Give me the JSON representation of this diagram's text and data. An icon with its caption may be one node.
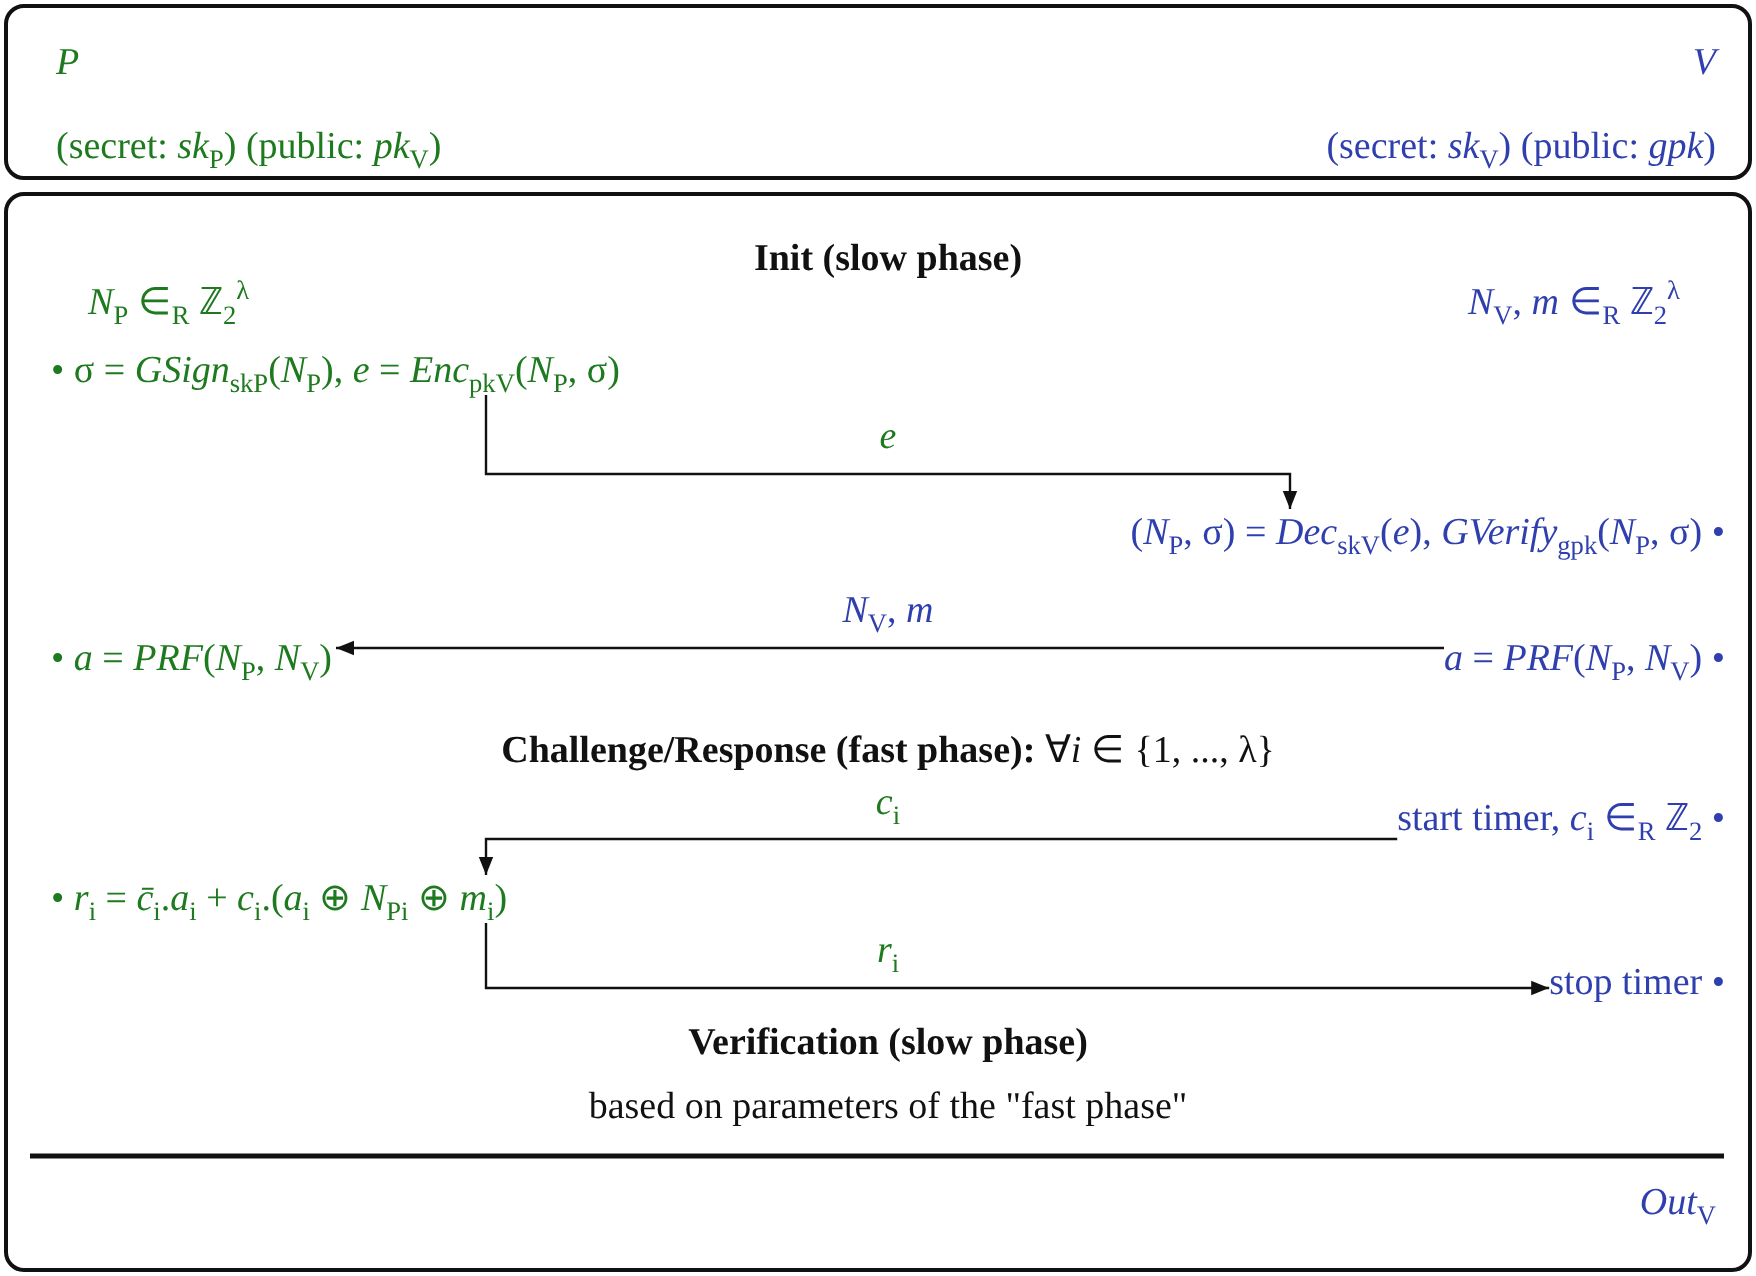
{
  "diagram": {
    "nodes": [
      {
        "text": [],
        "shape": "box"
      },
      {
        "text": [],
        "shape": "box"
      },
      {
        "text": [
          "• σ = *GSign*$_{skP}$(*N*$_{P}$), *e* = *Enc*$_{pkV}$(*N*$_{P}$, σ)"
        ],
        "in": 1
      },
      {
        "text": [
          "(*N*$_{P}$, σ) = *Dec*$_{skV}$(*e*), *GVerify*$_{gpk}$(*N*$_{P}$, σ) •"
        ],
        "in": 1
      },
      {
        "text": [
          "*a* = *PRF*(*N*$_{P}$, *N*$_{V}$) •"
        ],
        "in": 1
      },
      {
        "text": [
          "• *a* = *PRF*(*N*$_{P}$, *N*$_{V}$)"
        ],
        "in": 1
      },
      {
        "text": [
          "start timer, *c*$_{i}$ ∈$_{R}$ ℤ$_{2}$ •"
        ],
        "in": 1
      },
      {
        "text": [
          "• *r*$_{i}$ = *c̄*$_{i}$.*a*$_{i}$ + *c*$_{i}$.(*a*$_{i}$ ⊕ *N*$_{Pi}$ ⊕ *m*$_{i}$)"
        ],
        "in": 1
      },
      {
        "text": [
          "stop timer •"
        ],
        "in": 1
      }
    ],
    "edges": [
      {
        "from": 2,
        "to": 3,
        "arrow": "to",
        "label": "*e*"
      },
      {
        "from": 4,
        "to": 5,
        "arrow": "to",
        "label": "*N*$_{V}$, *m*"
      },
      {
        "from": 6,
        "to": 7,
        "arrow": "to",
        "label": "*c*$_{i}$"
      },
      {
        "from": 7,
        "to": 8,
        "arrow": "to",
        "label": "*r*$_{i}$"
      }
    ],
    "labels": [
      "P",
      "V",
      "(secret: *sk*$_{P}$) (public: *pk*$_{V}$)",
      "(secret: *sk*$_{V}$) (public: *gpk*)",
      "Init (slow phase)",
      "*N*$_{P}$ ∈$_{R}$ ℤ$_{2}$$^{λ}$",
      "*N*$_{V}$, *m* ∈$_{R}$ ℤ$_{2}$$^{λ}$",
      "**Challenge/Response (fast phase):** ∀*i* ∈ {1, ..., λ}",
      "Verification (slow phase)",
      "based on parameters of the \"fast phase\"",
      "*Out*$_{V}$"
    ]
  }
}
